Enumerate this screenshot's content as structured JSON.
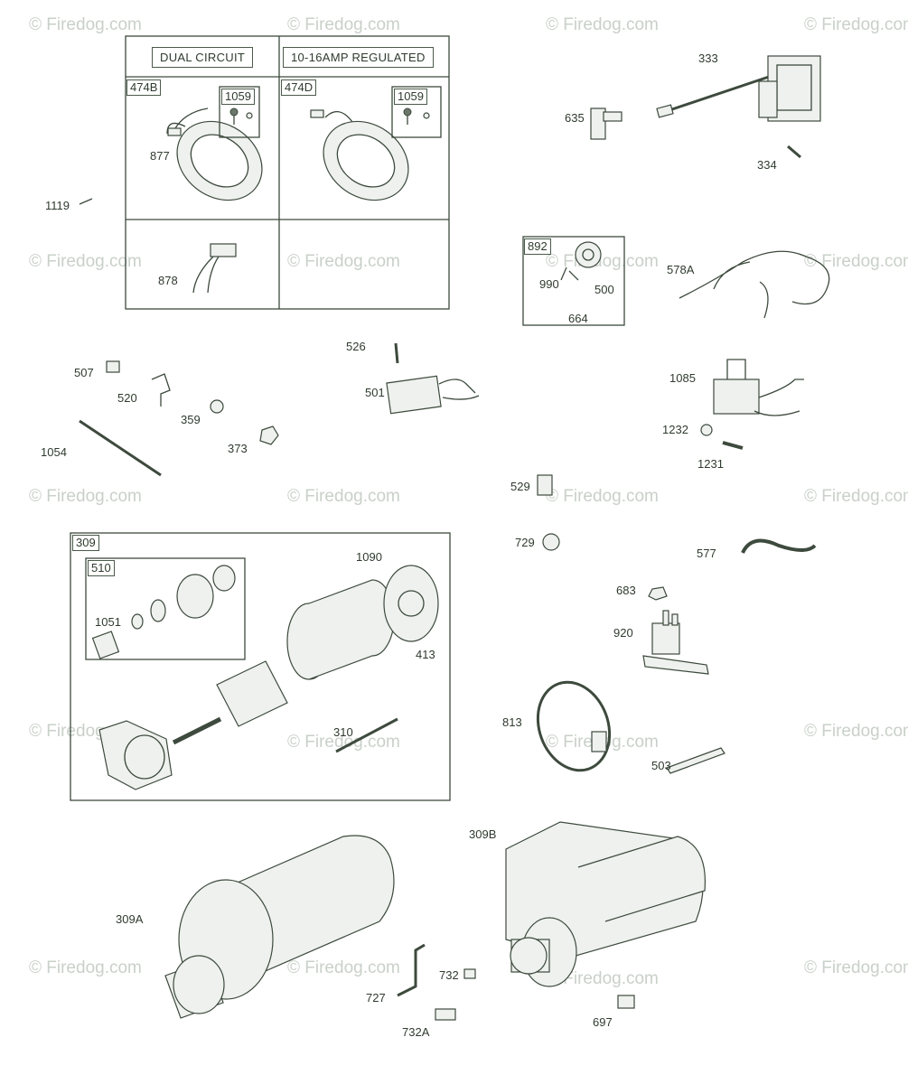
{
  "watermark": "© Firedog.com",
  "headers": {
    "dual_circuit": "DUAL CIRCUIT",
    "regulated": "10-16AMP REGULATED"
  },
  "box_labels": {
    "b474B": "474B",
    "b474D": "474D",
    "b1059a": "1059",
    "b1059b": "1059",
    "b892": "892",
    "b309": "309",
    "b510": "510"
  },
  "parts": {
    "p1119": "1119",
    "p877": "877",
    "p878": "878",
    "p333": "333",
    "p635": "635",
    "p334": "334",
    "p990": "990",
    "p500": "500",
    "p664": "664",
    "p578A": "578A",
    "p526": "526",
    "p501": "501",
    "p507": "507",
    "p520": "520",
    "p359": "359",
    "p373": "373",
    "p1054": "1054",
    "p1085": "1085",
    "p1232": "1232",
    "p1231": "1231",
    "p529": "529",
    "p729": "729",
    "p577": "577",
    "p683": "683",
    "p920": "920",
    "p1090": "1090",
    "p1051": "1051",
    "p413": "413",
    "p310": "310",
    "p813": "813",
    "p503": "503",
    "p309B": "309B",
    "p309A": "309A",
    "p732": "732",
    "p727": "727",
    "p732A": "732A",
    "p697": "697"
  }
}
